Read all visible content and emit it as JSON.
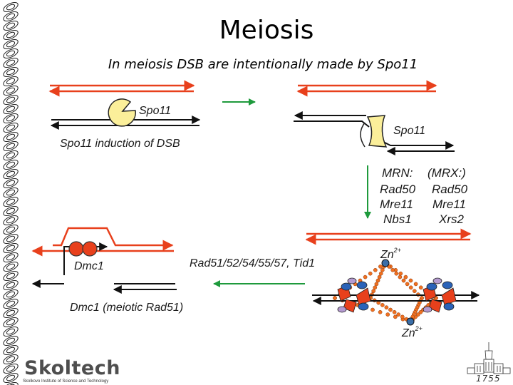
{
  "slide": {
    "title": "Meiosis",
    "subtitle": "In meiosis DSB are intentionally made by Spo11"
  },
  "diagram": {
    "spo11_label_left": "Spo11",
    "caption_induction": "Spo11 induction of DSB",
    "spo11_label_right": "Spo11",
    "mrn_header": "MRN:",
    "mrn_items": [
      "Rad50",
      "Mre11",
      "Nbs1"
    ],
    "mrx_header": "(MRX:)",
    "mrx_items": [
      "Rad50",
      "Mre11",
      "Xrs2"
    ],
    "recombinases": "Rad51/52/54/55/57, Tid1",
    "dmc1_label": "Dmc1",
    "dmc1_caption": "Dmc1 (meiotic Rad51)",
    "zinc_top": "Zn",
    "zinc_top_charge": "2+",
    "zinc_bottom": "Zn",
    "zinc_bottom_charge": "2+"
  },
  "colors": {
    "strand_red": "#e8401c",
    "strand_black": "#111111",
    "progress_arrow": "#1e9a3c",
    "spo11_fill": "#fbef9a",
    "dmc1_fill": "#e8401c",
    "chain_orange": "#f07020",
    "zinc_node": "#3a6ea8"
  },
  "logo": {
    "name_part1": "Skol",
    "name_part2": "tech",
    "tagline": "Skolkovo Institute of Science and Technology"
  },
  "emblem": {
    "year": "1755"
  }
}
